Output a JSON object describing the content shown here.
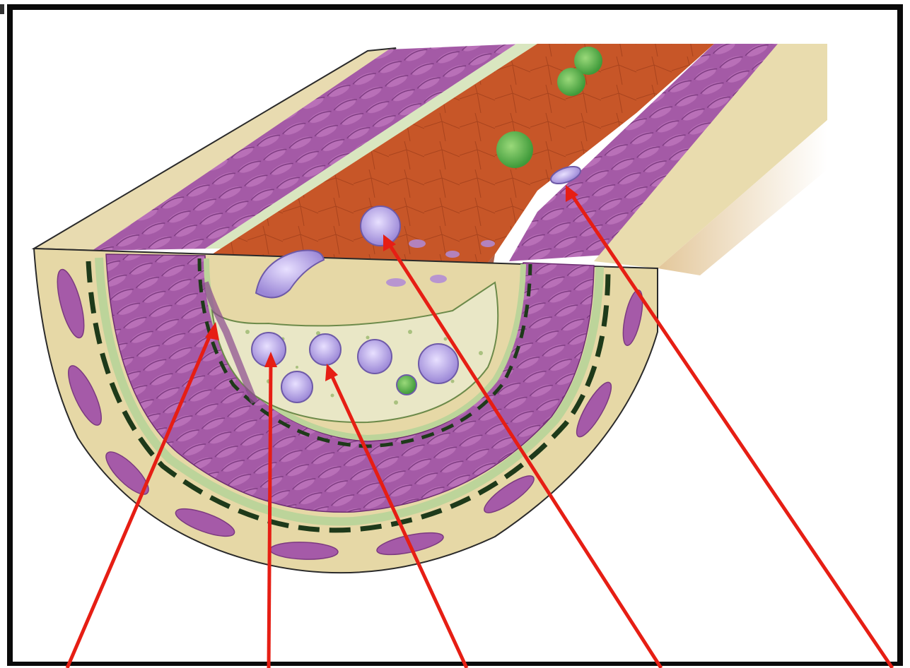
{
  "figure": {
    "subject": "artery-cross-section-with-atherosclerotic-plaque",
    "colors": {
      "frame": "#0a0a0a",
      "lumen": "#c8542a",
      "lumen_dark": "#9c3b1a",
      "muscle": "#a85aa8",
      "muscle_dark": "#7e3a82",
      "adventitia": "#e9dcae",
      "intima": "#bcd49a",
      "plaque": "#e7e6c2",
      "foam_cell": "#b9a6e6",
      "platelet": "#6ab04c",
      "arrow": "#e61e14"
    },
    "pointers": [
      {
        "name": "pointer-1",
        "target": "fibrous-cap"
      },
      {
        "name": "pointer-2",
        "target": "foam-cell"
      },
      {
        "name": "pointer-3",
        "target": "lipid-core-cell"
      },
      {
        "name": "pointer-4",
        "target": "macrophage-in-lumen"
      },
      {
        "name": "pointer-5",
        "target": "monocyte-adhering"
      }
    ]
  }
}
